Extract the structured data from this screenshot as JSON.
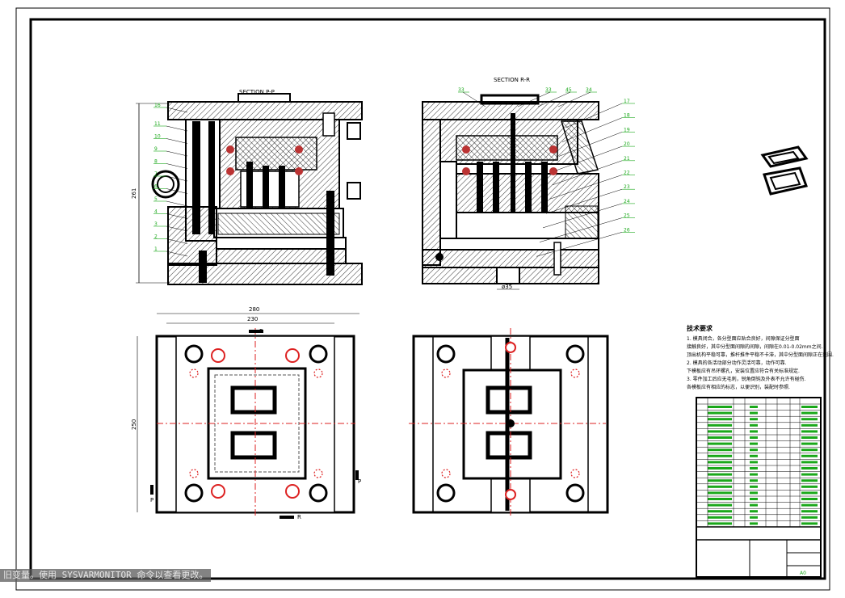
{
  "section_titles": {
    "left": "SECTION P-P",
    "right": "SECTION R-R"
  },
  "dimensions": {
    "height_left": "261",
    "width_outer": "280",
    "width_inner": "230",
    "height_plan": "250",
    "bore_diameter": "ø35"
  },
  "section_marks": {
    "p": "P",
    "r": "R"
  },
  "left_balloons": [
    "16",
    "11",
    "10",
    "9",
    "8",
    "7",
    "6",
    "5",
    "4",
    "3",
    "2",
    "1"
  ],
  "right_balloons_top": [
    "33",
    "33",
    "45",
    "34"
  ],
  "right_balloons_side": [
    "17",
    "18",
    "19",
    "20",
    "21",
    "22",
    "23",
    "24",
    "25",
    "26"
  ],
  "tech_notes": {
    "title": "技术要求",
    "lines": [
      "1. 模具闭合，各分型面应贴合良好，间隙保证分型面",
      "接触良好，其中分型面间隙的间隙，间隙在0.01-0.02mm之间.",
      "顶出机构平稳可靠，推杆推件平稳不卡滞，其中分型面间隙正在范围.",
      "2. 模具的各活动部分动作灵活可靠，动作可靠.",
      "下模板应有吊环螺孔，安装位置应符合有关标准规定.",
      "3. 零件加工后应无毛刺，锐角倒钝及外表不允许有碰伤.",
      "各模板应有相应的标志，以便识别，装配时参照."
    ]
  },
  "title_block": {
    "sheet_size": "A0"
  },
  "command_line": "旧变量。使用 SYSVARMONITOR 命令以查看更改。"
}
